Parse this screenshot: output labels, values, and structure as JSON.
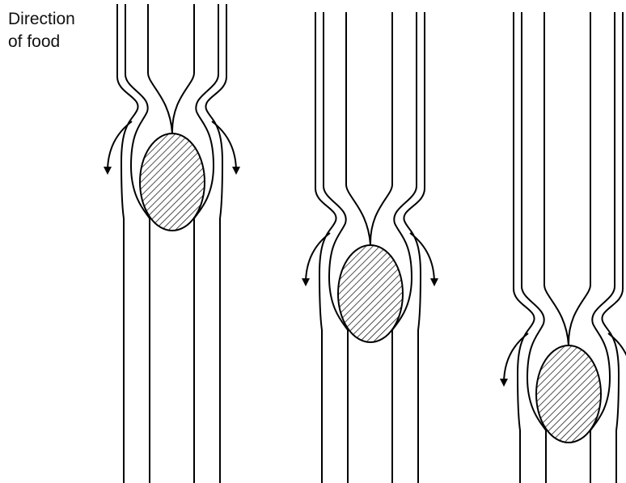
{
  "label": {
    "line1": "Direction",
    "line2": "of food"
  },
  "stages": [
    {
      "name": "stage-1"
    },
    {
      "name": "stage-2"
    },
    {
      "name": "stage-3"
    }
  ],
  "colors": {
    "stroke": "#000000",
    "fill": "#ffffff",
    "hatch": "#222222"
  }
}
